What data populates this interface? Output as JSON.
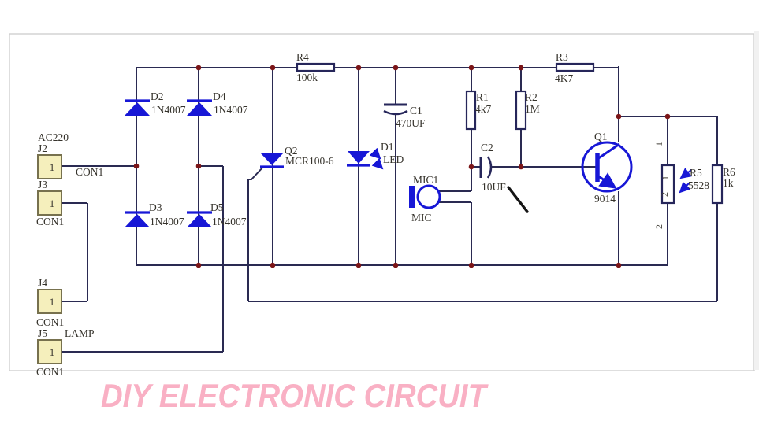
{
  "watermark": {
    "text": "DIY ELECTRONIC CIRCUIT"
  },
  "connectors": {
    "j2": {
      "ref": "J2",
      "pin": "1",
      "type": "CON1",
      "net": "AC220"
    },
    "j3": {
      "ref": "J3",
      "pin": "1",
      "type": "CON1"
    },
    "j4": {
      "ref": "J4",
      "pin": "1",
      "type": "CON1"
    },
    "j5": {
      "ref": "J5",
      "pin": "1",
      "type": "CON1",
      "net": "LAMP"
    }
  },
  "components": {
    "d1": {
      "ref": "D1",
      "value": "LED"
    },
    "d2": {
      "ref": "D2",
      "value": "1N4007"
    },
    "d3": {
      "ref": "D3",
      "value": "1N4007"
    },
    "d4": {
      "ref": "D4",
      "value": "1N4007"
    },
    "d5": {
      "ref": "D5",
      "value": "1N4007"
    },
    "q1": {
      "ref": "Q1",
      "value": "9014"
    },
    "q2": {
      "ref": "Q2",
      "value": "MCR100-6"
    },
    "r1": {
      "ref": "R1",
      "value": "4k7"
    },
    "r2": {
      "ref": "R2",
      "value": "1M"
    },
    "r3": {
      "ref": "R3",
      "value": "4K7"
    },
    "r4": {
      "ref": "R4",
      "value": "100k"
    },
    "r5": {
      "ref": "R5",
      "value": "5528",
      "pin_top": "1",
      "pin_bottom": "2"
    },
    "r6": {
      "ref": "R6",
      "value": "1k"
    },
    "c1": {
      "ref": "C1",
      "value": "470UF"
    },
    "c2": {
      "ref": "C2",
      "value": "10UF"
    },
    "mic1": {
      "ref": "MIC1",
      "value": "MIC"
    }
  },
  "colors": {
    "wire": "#2a2a52",
    "symbol_blue": "#1717d6",
    "junction_dot": "#7b1517",
    "connector_fill": "#f5efbc",
    "watermark_pink": "#f9b0c4"
  }
}
